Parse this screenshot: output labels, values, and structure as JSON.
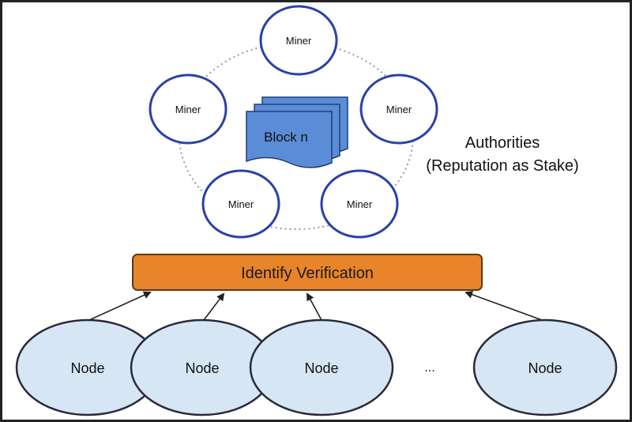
{
  "miners": [
    {
      "label": "Miner"
    },
    {
      "label": "Miner"
    },
    {
      "label": "Miner"
    },
    {
      "label": "Miner"
    },
    {
      "label": "Miner"
    }
  ],
  "block": {
    "label": "Block n"
  },
  "authorities": {
    "line1": "Authorities",
    "line2": "(Reputation as Stake)"
  },
  "verification": {
    "label": "Identify Verification"
  },
  "nodes": [
    {
      "label": "Node"
    },
    {
      "label": "Node"
    },
    {
      "label": "Node"
    },
    {
      "label": "Node"
    }
  ],
  "ellipsis": "...",
  "colors": {
    "miner_stroke": "#2b3fa8",
    "block_fill": "#5b8cd6",
    "block_stroke": "#1f3f7a",
    "bar_fill": "#e8842a",
    "bar_stroke": "#5a3a14",
    "node_fill": "#d6e6f5",
    "node_stroke": "#2a2a3a"
  }
}
